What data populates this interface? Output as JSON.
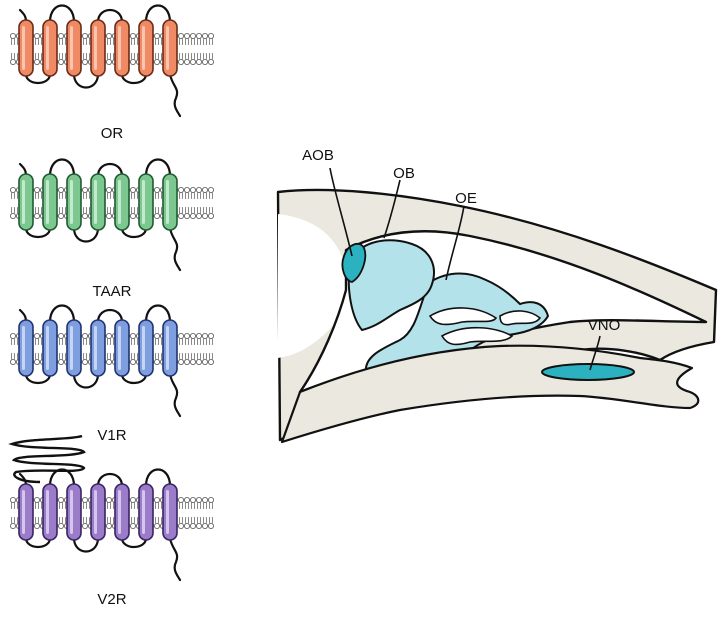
{
  "receptors": [
    {
      "label": "OR",
      "color": "#f08a64",
      "highlight": "#fbc4ae",
      "stroke": "#6b2a16",
      "n_terminal_domain": false
    },
    {
      "label": "TAAR",
      "color": "#7cc890",
      "highlight": "#c4e9cd",
      "stroke": "#1f5a30",
      "n_terminal_domain": false
    },
    {
      "label": "V1R",
      "color": "#7e9ee0",
      "highlight": "#c6d5f4",
      "stroke": "#1f3470",
      "n_terminal_domain": false
    },
    {
      "label": "V2R",
      "color": "#9a7cc8",
      "highlight": "#d4c6ec",
      "stroke": "#3a2362",
      "n_terminal_domain": true
    }
  ],
  "anatomy": {
    "labels": {
      "aob": "AOB",
      "ob": "OB",
      "oe": "OE",
      "vno": "VNO"
    },
    "colors": {
      "tissue": "#ebe9df",
      "olfactory_region": "#b3e2ea",
      "vomeronasal_region": "#2bb1bf",
      "outline": "#111111"
    }
  },
  "icons": {
    "membrane_lipid": "phospholipid-bilayer",
    "helix": "transmembrane-helix"
  }
}
